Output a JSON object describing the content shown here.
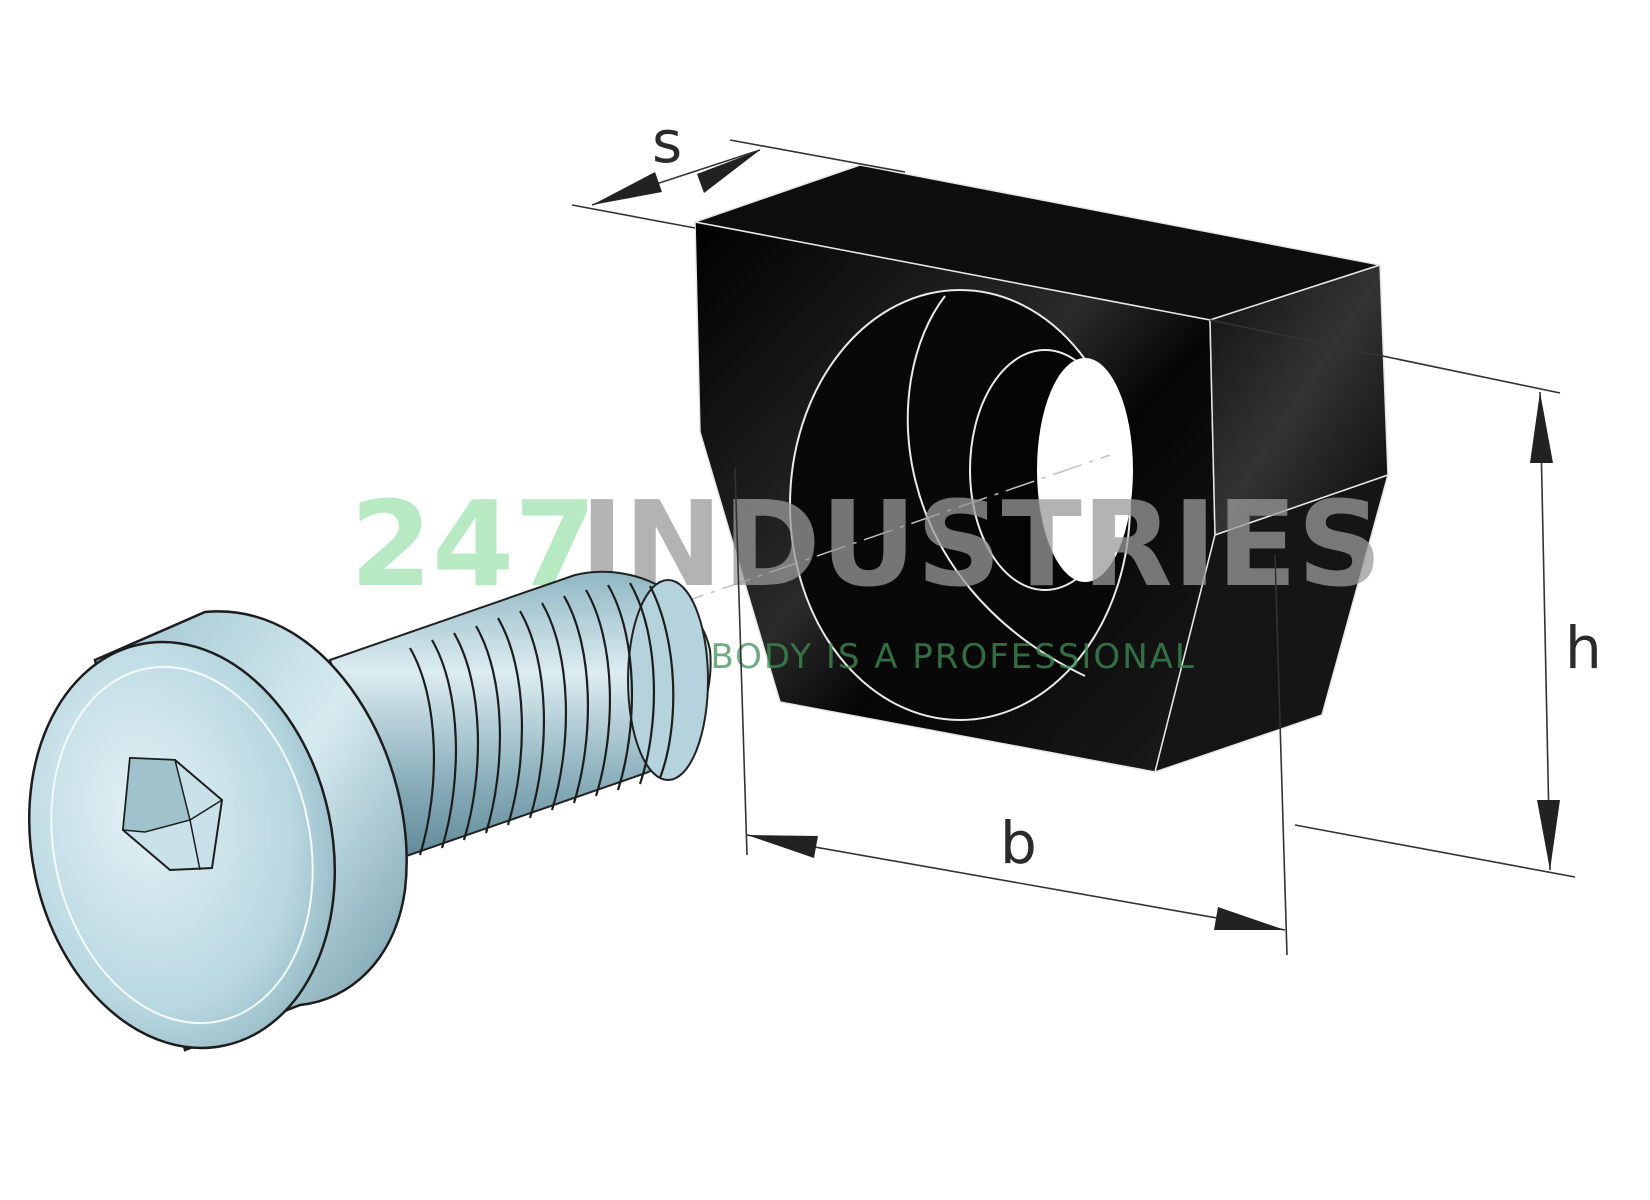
{
  "dimensions": {
    "s": "s",
    "b": "b",
    "h": "h"
  },
  "watermark": {
    "number": "247",
    "word": "INDUSTRIES",
    "tagline": "EVERYBODY IS A PROFESSIONAL",
    "number_color": "#9fe3b0",
    "word_color": "#9a9a9a",
    "tagline_color": "#3f8f57"
  },
  "colors": {
    "block": "#0a0a0a",
    "block_edge": "#e8e8e8",
    "screw_light": "#d8ecf2",
    "screw_mid": "#a9cdd8",
    "screw_dark": "#6e9aa8",
    "dimension_line": "#333333"
  },
  "icons": {
    "screw": "socket-head-cap-screw-icon",
    "block": "wedge-clamp-block-icon"
  }
}
